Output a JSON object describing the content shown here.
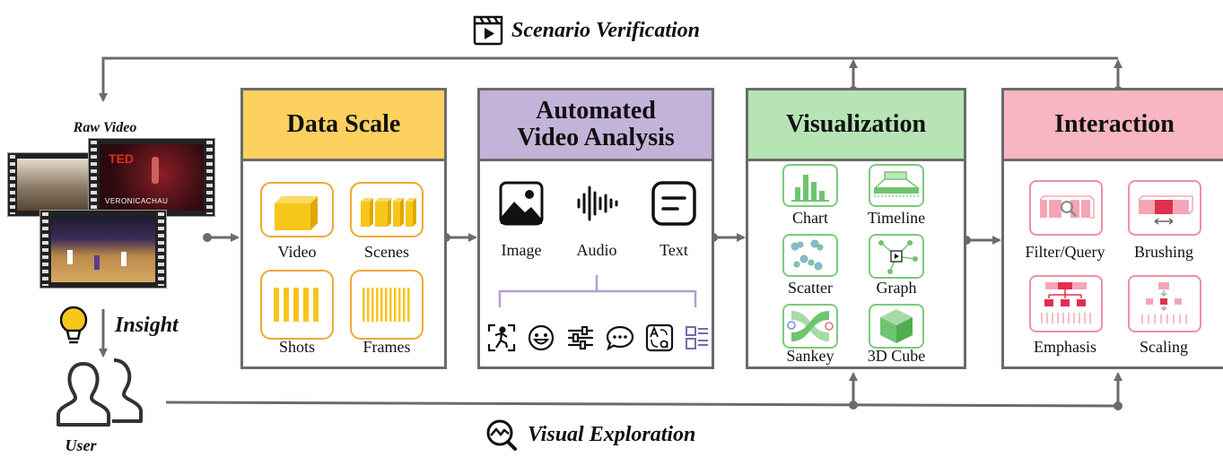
{
  "top_flow": {
    "label": "Scenario Verification",
    "icon": "clapperboard-icon"
  },
  "bottom_flow": {
    "label": "Visual Exploration",
    "icon": "search-trend-icon"
  },
  "raw_video": {
    "title": "Raw Video",
    "frame_text": "VERONICACHAU"
  },
  "insight": {
    "label": "Insight",
    "icon": "lightbulb-icon"
  },
  "user": {
    "label": "User",
    "icon": "users-icon"
  },
  "data_scale": {
    "title": "Data Scale",
    "items": [
      {
        "label": "Video",
        "icon": "video-block-icon"
      },
      {
        "label": "Scenes",
        "icon": "scenes-icon"
      },
      {
        "label": "Shots",
        "icon": "shots-icon"
      },
      {
        "label": "Frames",
        "icon": "frames-icon"
      }
    ]
  },
  "analysis": {
    "title_line1": "Automated",
    "title_line2": "Video Analysis",
    "modalities": [
      {
        "label": "Image",
        "icon": "image-icon"
      },
      {
        "label": "Audio",
        "icon": "audio-waveform-icon"
      },
      {
        "label": "Text",
        "icon": "text-icon"
      }
    ],
    "tasks": [
      "pose-detection-icon",
      "emotion-icon",
      "sliders-icon",
      "speech-bubble-icon",
      "ocr-icon",
      "layout-icon"
    ]
  },
  "visualization": {
    "title": "Visualization",
    "items": [
      {
        "label": "Chart",
        "icon": "bar-chart-icon"
      },
      {
        "label": "Timeline",
        "icon": "timeline-icon"
      },
      {
        "label": "Scatter",
        "icon": "scatter-icon"
      },
      {
        "label": "Graph",
        "icon": "graph-icon"
      },
      {
        "label": "Sankey",
        "icon": "sankey-icon"
      },
      {
        "label": "3D Cube",
        "icon": "cube-icon"
      }
    ]
  },
  "interaction": {
    "title": "Interaction",
    "items": [
      {
        "label": "Filter/Query",
        "icon": "filter-query-icon"
      },
      {
        "label": "Brushing",
        "icon": "brushing-icon"
      },
      {
        "label": "Emphasis",
        "icon": "emphasis-icon"
      },
      {
        "label": "Scaling",
        "icon": "scaling-icon"
      }
    ]
  },
  "colors": {
    "data_scale_header": "#fdd15f",
    "analysis_header": "#c3b3d8",
    "visualization_header": "#b6e4b4",
    "interaction_header": "#f7b6c1",
    "connector": "#6b6b6b",
    "orange": "#f0a830",
    "yellow": "#f7c61b",
    "green": "#6fc46f",
    "pink": "#ef7f95",
    "purple": "#b59ed6"
  }
}
